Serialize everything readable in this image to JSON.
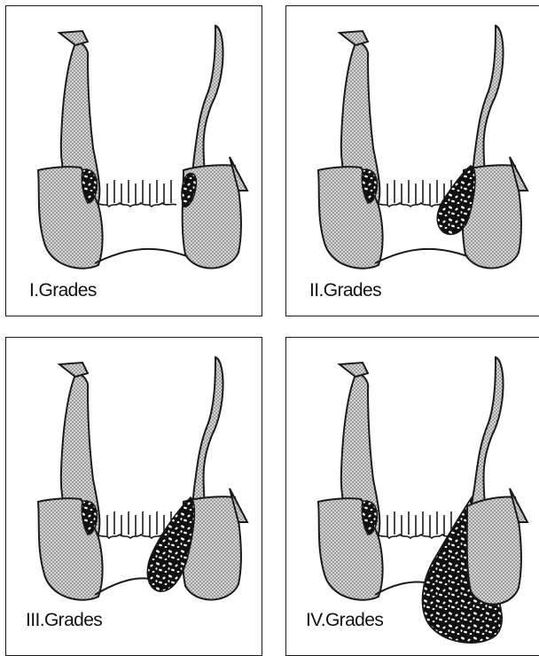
{
  "panels": [
    {
      "label": "I.Grades"
    },
    {
      "label": "II.Grades"
    },
    {
      "label": "III.Grades"
    },
    {
      "label": "IV.Grades"
    }
  ],
  "colors": {
    "ink": "#1a1a1a",
    "tissue": "#bdbdbd",
    "paper": "#ffffff"
  },
  "icons": [
    "stipple-texture",
    "hemorrhoid-mottled-texture"
  ],
  "severity_stages": [
    1,
    2,
    3,
    4
  ]
}
